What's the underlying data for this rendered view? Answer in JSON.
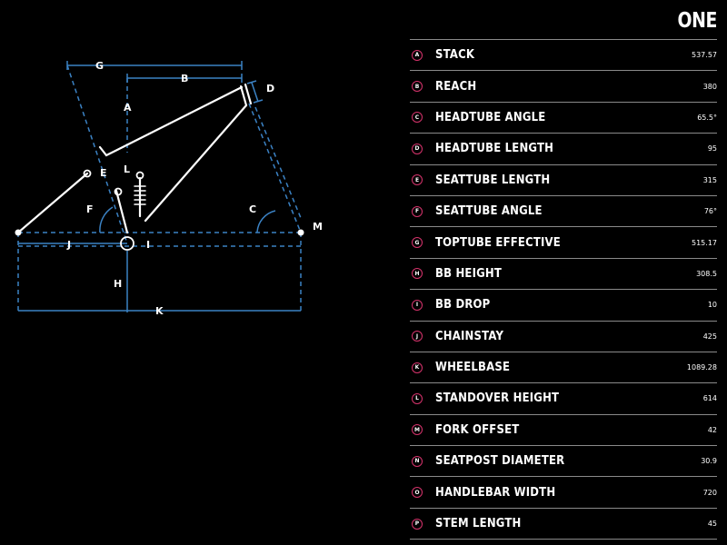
{
  "model_name": "ONE",
  "colors": {
    "background": "#000000",
    "text": "#ffffff",
    "dimension_lines": "#3b82c4",
    "badge_ring": "#d6336c"
  },
  "diagram": {
    "labels": {
      "G": "G",
      "B": "B",
      "D": "D",
      "A": "A",
      "L": "L",
      "E": "E",
      "F": "F",
      "C": "C",
      "M": "M",
      "J": "J",
      "I": "I",
      "H": "H",
      "K": "K"
    }
  },
  "geometry": [
    {
      "letter": "A",
      "name": "STACK",
      "value": "537.57"
    },
    {
      "letter": "B",
      "name": "REACH",
      "value": "380"
    },
    {
      "letter": "C",
      "name": "HEADTUBE ANGLE",
      "value": "65.5°"
    },
    {
      "letter": "D",
      "name": "HEADTUBE LENGTH",
      "value": "95"
    },
    {
      "letter": "E",
      "name": "SEATTUBE LENGTH",
      "value": "315"
    },
    {
      "letter": "F",
      "name": "SEATTUBE ANGLE",
      "value": "76°"
    },
    {
      "letter": "G",
      "name": "TOPTUBE EFFECTIVE",
      "value": "515.17"
    },
    {
      "letter": "H",
      "name": "BB HEIGHT",
      "value": "308.5"
    },
    {
      "letter": "I",
      "name": "BB DROP",
      "value": "10"
    },
    {
      "letter": "J",
      "name": "CHAINSTAY",
      "value": "425"
    },
    {
      "letter": "K",
      "name": "WHEELBASE",
      "value": "1089.28"
    },
    {
      "letter": "L",
      "name": "STANDOVER HEIGHT",
      "value": "614"
    },
    {
      "letter": "M",
      "name": "FORK OFFSET",
      "value": "42"
    },
    {
      "letter": "N",
      "name": "SEATPOST DIAMETER",
      "value": "30.9"
    },
    {
      "letter": "O",
      "name": "HANDLEBAR WIDTH",
      "value": "720"
    },
    {
      "letter": "P",
      "name": "STEM LENGTH",
      "value": "45"
    }
  ]
}
